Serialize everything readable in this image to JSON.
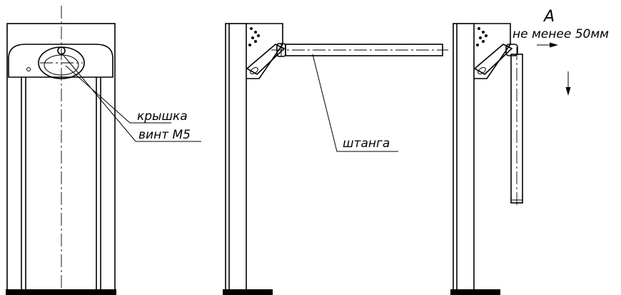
{
  "labels": {
    "cover": "крышка",
    "screw": "винт М5",
    "bar": "штанга",
    "view": "А",
    "clearance": "не менее 50мм"
  }
}
